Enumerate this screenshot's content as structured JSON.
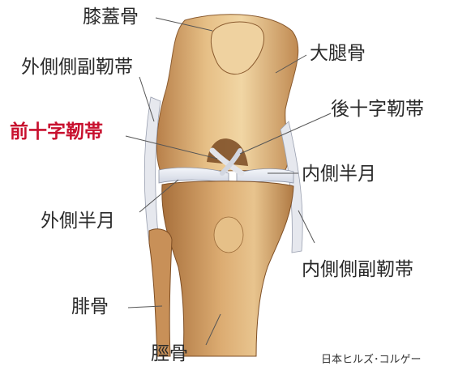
{
  "labels": {
    "patella": "膝蓋骨",
    "femur": "大腿骨",
    "lateral_collateral_ligament": "外側側副靭帯",
    "posterior_cruciate_ligament": "後十字靭帯",
    "anterior_cruciate_ligament": "前十字靭帯",
    "medial_meniscus": "内側半月",
    "lateral_meniscus": "外側半月",
    "medial_collateral_ligament": "内側側副靭帯",
    "fibula": "腓骨",
    "tibia": "脛骨"
  },
  "credit": "日本ヒルズ･コルゲー",
  "colors": {
    "highlight": "#c8102e",
    "text": "#2a2a2a",
    "bone": "#d9a86a",
    "bone_light": "#f1d9a8",
    "meniscus": "#e9ecf3"
  }
}
